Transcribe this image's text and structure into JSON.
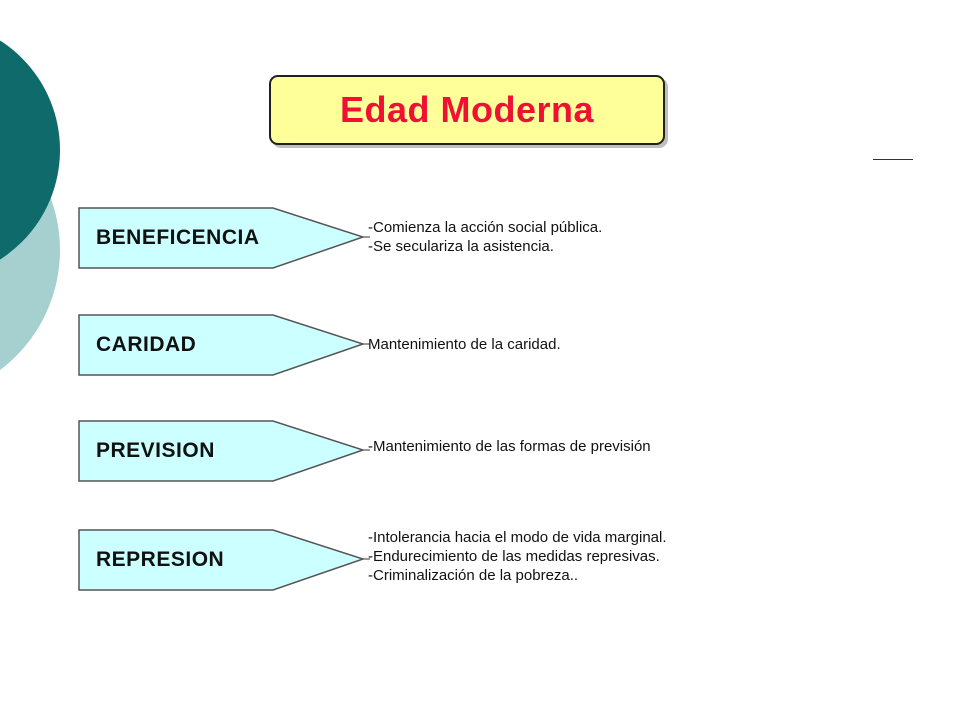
{
  "title": "Edad Moderna",
  "colors": {
    "title_fill": "#ffff99",
    "title_text": "#ee1133",
    "arrow_fill": "#ccffff",
    "deco_dark": "#0f6b6b",
    "deco_light": "#a6cfcf"
  },
  "rows": [
    {
      "label": "BENEFICENCIA",
      "notes": [
        "-Comienza la acción social pública.",
        "-Se seculariza la asistencia."
      ]
    },
    {
      "label": "CARIDAD",
      "notes": [
        "Mantenimiento de la caridad."
      ]
    },
    {
      "label": "PREVISION",
      "notes": [
        "-Mantenimiento de las formas de previsión"
      ]
    },
    {
      "label": "REPRESION",
      "notes": [
        "-Intolerancia hacia el modo de vida marginal.",
        "-Endurecimiento de las medidas represivas.",
        "-Criminalización de la pobreza.."
      ]
    }
  ]
}
